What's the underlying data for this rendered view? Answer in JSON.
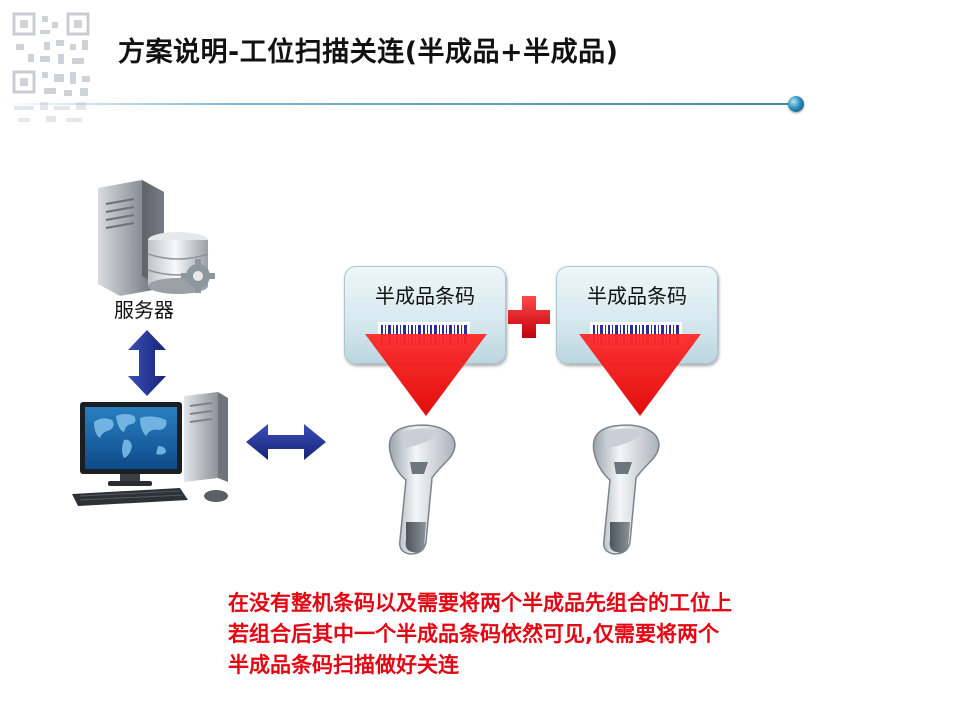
{
  "slide": {
    "title": "方案说明-工位扫描关连(半成品+半成品)"
  },
  "diagram": {
    "server_label": "服务器",
    "barcode_cards": [
      {
        "label": "半成品条码"
      },
      {
        "label": "半成品条码"
      }
    ],
    "icons": [
      "qr-code-icon",
      "server-icon",
      "double-arrow-vertical-icon",
      "desktop-computer-icon",
      "double-arrow-horizontal-icon",
      "barcode-icon",
      "plus-icon",
      "scan-beam-icon",
      "barcode-scanner-icon"
    ]
  },
  "note": {
    "lines": [
      "在没有整机条码以及需要将两个半成品先组合的工位上",
      "若组合后其中一个半成品条码依然可见,仅需要将两个",
      "半成品条码扫描做好关连"
    ]
  },
  "colors": {
    "note_text": "#e30613",
    "arrow_blue": "#22358f",
    "plus_red": "#e30613",
    "accent_teal": "#2c8fbf"
  }
}
